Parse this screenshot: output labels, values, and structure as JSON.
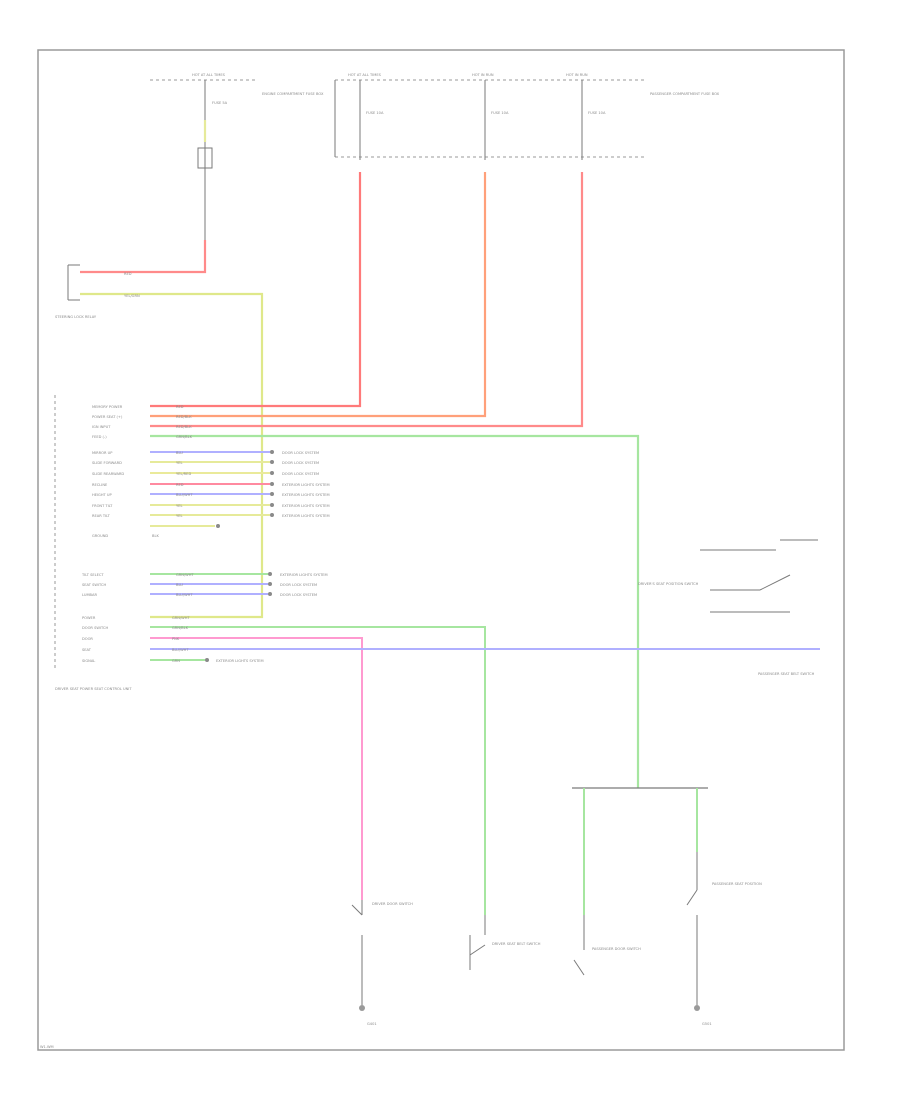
{
  "diagram": {
    "footer_code": "W1.WM",
    "colors": {
      "red": "#ff7a7a",
      "orange": "#ffae7a",
      "green": "#a6e6a0",
      "yellow": "#e6ea9a",
      "blue": "#b0b0ff",
      "pink": "#ff9ad0",
      "yellowgreen": "#d8e870"
    },
    "top_boxes": [
      {
        "title": "HOT AT ALL TIMES",
        "fuse": "FUSE 5A",
        "box": "ENGINE COMPARTMENT FUSE BOX"
      },
      {
        "title": "HOT AT ALL TIMES",
        "fuse": "FUSE 10A",
        "box": ""
      },
      {
        "title": "HOT IN RUN",
        "fuse": "FUSE 10A",
        "box": ""
      },
      {
        "title": "HOT IN RUN",
        "fuse": "FUSE 10A",
        "box": "PASSENGER COMPARTMENT FUSE BOX"
      }
    ],
    "wire_labels": {
      "yel_grn": "YEL/GRN",
      "red": "RED"
    },
    "relay_label": "STEERING LOCK RELAY",
    "left_connector_labels": [
      {
        "name": "MEMORY POWER",
        "color": "RED"
      },
      {
        "name": "POWER SEAT (+)",
        "color": "RED/BLK"
      },
      {
        "name": "IGN INPUT",
        "color": "RED/BLK"
      },
      {
        "name": "FEED (-)",
        "color": "GRN/BLK"
      },
      {
        "name": "MIRROR UP",
        "color": "BLU"
      },
      {
        "name": "SLIDE FORWARD",
        "color": "YEL"
      },
      {
        "name": "SLIDE REARWARD",
        "color": "YEL/RED"
      },
      {
        "name": "RECLINE",
        "color": "RED"
      },
      {
        "name": "HEIGHT UP",
        "color": "BLU/WHT"
      },
      {
        "name": "FRONT TILT",
        "color": "YEL"
      },
      {
        "name": "REAR TILT",
        "color": "YEL"
      },
      {
        "name": "GROUND",
        "color": "BLK"
      }
    ],
    "right_notes": [
      "DOOR LOCK SYSTEM",
      "DOOR LOCK SYSTEM",
      "DOOR LOCK SYSTEM",
      "EXTERIOR LIGHTS SYSTEM",
      "EXTERIOR LIGHTS SYSTEM",
      "EXTERIOR LIGHTS SYSTEM",
      "EXTERIOR LIGHTS SYSTEM"
    ],
    "mid_connector_labels": [
      {
        "name": "TILT SELECT",
        "color": "GRN/WHT",
        "note": "EXTERIOR LIGHTS SYSTEM"
      },
      {
        "name": "SEAT SWITCH",
        "color": "BLU",
        "note": "DOOR LOCK SYSTEM"
      },
      {
        "name": "LUMBAR",
        "color": "BLU/WHT",
        "note": "DOOR LOCK SYSTEM"
      }
    ],
    "lower_connector_labels": [
      {
        "name": "POWER",
        "color": "GRN/WHT"
      },
      {
        "name": "DOOR SWITCH",
        "color": "GRN/BLK"
      },
      {
        "name": "DOOR",
        "color": "PNK"
      },
      {
        "name": "SEAT",
        "color": "BLU/WHT"
      },
      {
        "name": "SIGNAL",
        "color": "GRN",
        "note": "EXTERIOR LIGHTS SYSTEM"
      }
    ],
    "module_label": "DRIVER SEAT POWER SEAT CONTROL UNIT",
    "right_switch_label": "DRIVER'S SEAT POSITION SWITCH",
    "right_module_label": "PASSENGER SEAT BELT SWITCH",
    "bottom_components": [
      {
        "label": "DRIVER DOOR SWITCH"
      },
      {
        "label": "DRIVER SEAT BELT SWITCH"
      },
      {
        "label": "PASSENGER DOOR SWITCH"
      },
      {
        "label": "PASSENGER SEAT POSITION"
      }
    ],
    "grounds": [
      {
        "label": "G401"
      },
      {
        "label": "G501"
      }
    ]
  }
}
